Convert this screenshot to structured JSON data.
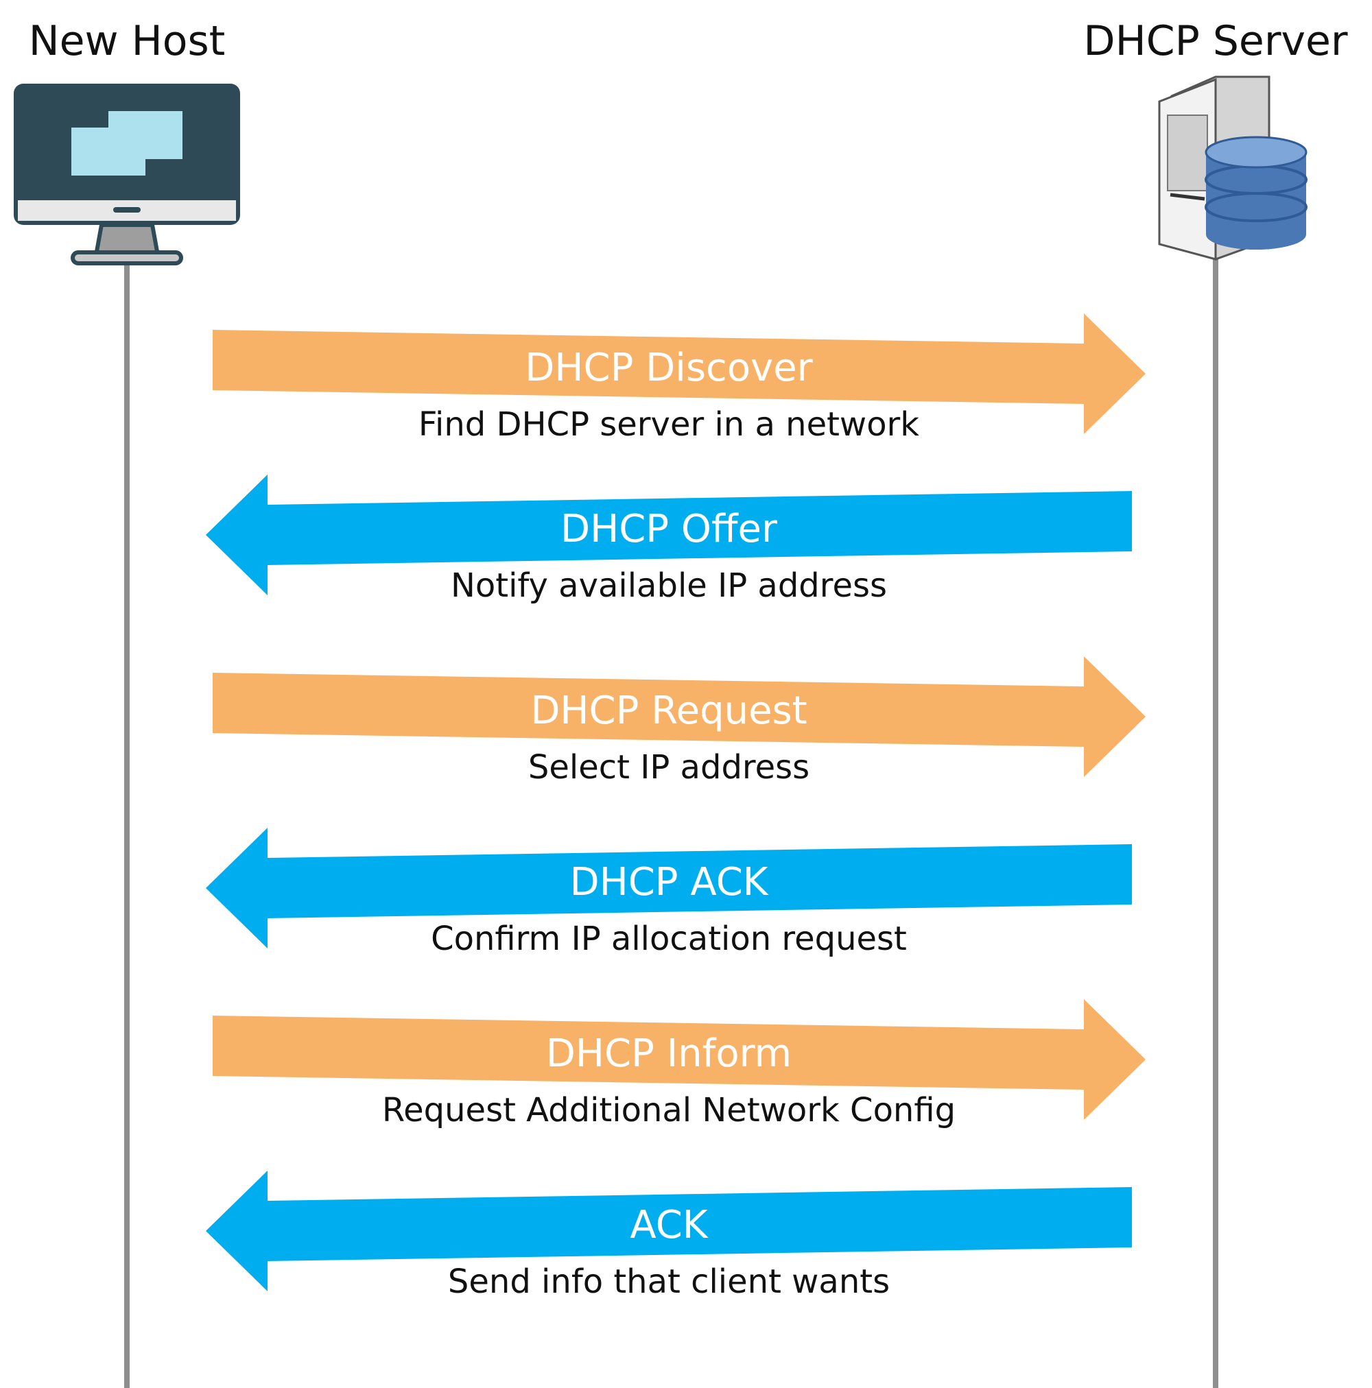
{
  "actors": {
    "host": {
      "label": "New Host",
      "icon": "desktop-monitor-icon"
    },
    "server": {
      "label": "DHCP Server",
      "icon": "server-database-icon"
    }
  },
  "colors": {
    "to_server": "#F7B267",
    "to_host": "#00AEEF",
    "lifeline": "#8F8F8F",
    "monitor_frame": "#2E4A57",
    "monitor_screen": "#AEE1EE",
    "db_blue": "#4A78B5"
  },
  "messages": [
    {
      "direction": "to_server",
      "label": "DHCP Discover",
      "description": "Find DHCP server in a network"
    },
    {
      "direction": "to_host",
      "label": "DHCP Offer",
      "description": "Notify available IP address"
    },
    {
      "direction": "to_server",
      "label": "DHCP Request",
      "description": "Select IP address"
    },
    {
      "direction": "to_host",
      "label": "DHCP ACK",
      "description": "Confirm IP allocation request"
    },
    {
      "direction": "to_server",
      "label": "DHCP Inform",
      "description": "Request Additional Network Config"
    },
    {
      "direction": "to_host",
      "label": "ACK",
      "description": "Send info that client wants"
    }
  ]
}
